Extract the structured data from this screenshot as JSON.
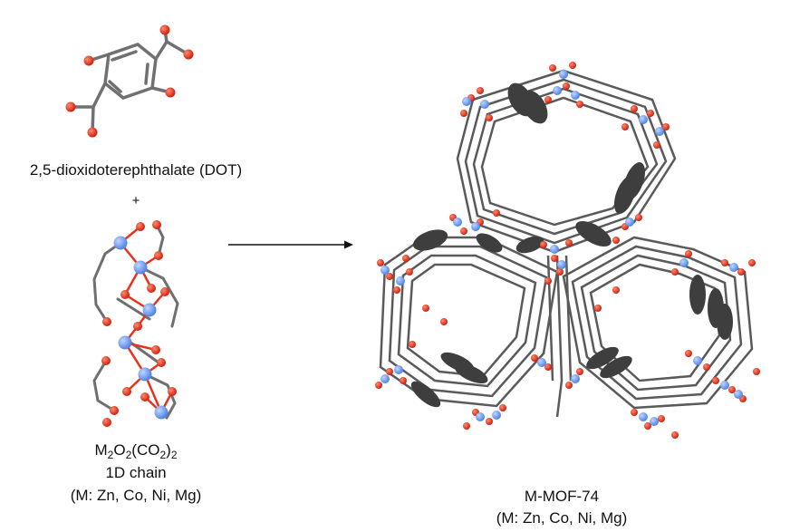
{
  "ligand": {
    "name": "2,5-dioxidoterephthalate (DOT)"
  },
  "plus_sign": "+",
  "chain": {
    "formula_parts": [
      "M",
      "2",
      "O",
      "2",
      "(CO",
      "2",
      ")",
      "2"
    ],
    "type": "1D chain",
    "metals": "(M: Zn, Co, Ni, Mg)"
  },
  "product": {
    "name": "M-MOF-74",
    "metals": "(M: Zn, Co, Ni, Mg)"
  },
  "colors": {
    "oxygen": "#e8321c",
    "metal": "#6e9ef0",
    "carbon": "#6b6b6b",
    "ring": "#4a4a4a"
  }
}
